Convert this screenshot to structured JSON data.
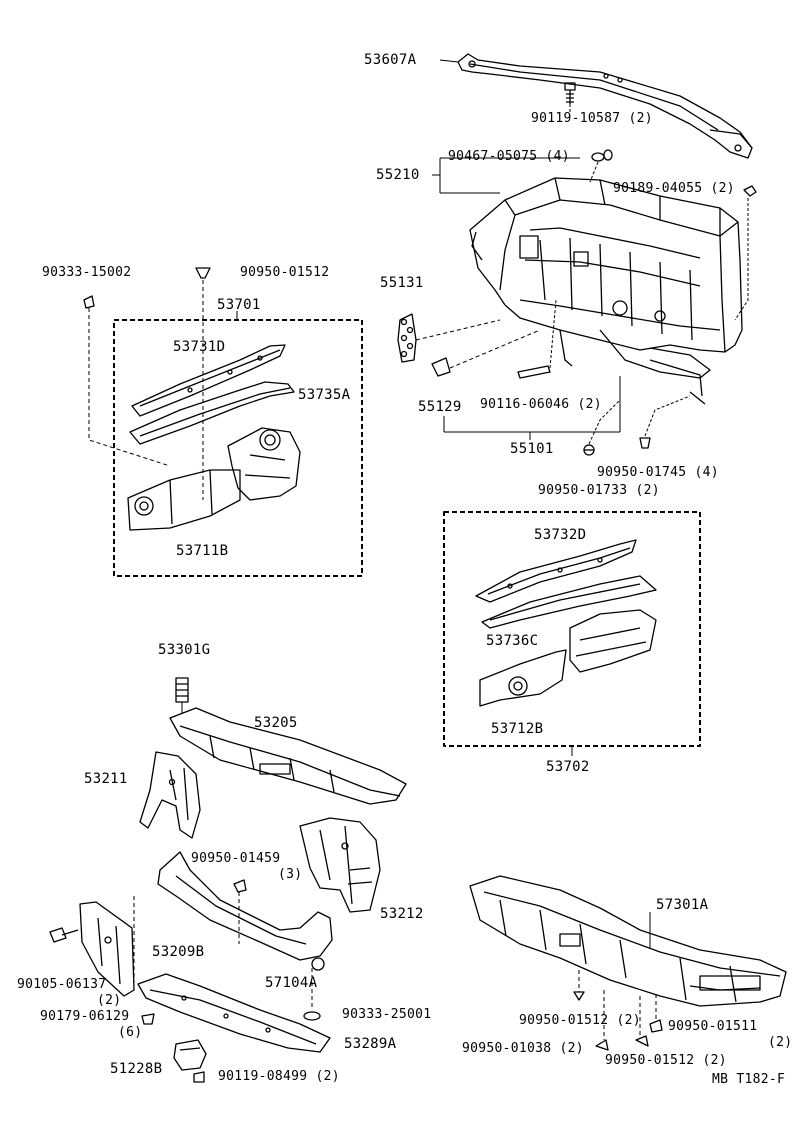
{
  "labels": {
    "p53607A": "53607A",
    "p90119_10587": "90119-10587",
    "p90119_10587_qty": "(2)",
    "p90467_05075": "90467-05075",
    "p90467_05075_qty": "(4)",
    "p55210": "55210",
    "p90189_04055": "90189-04055",
    "p90189_04055_qty": "(2)",
    "p90333_15002": "90333-15002",
    "p90950_01512_a": "90950-01512",
    "p53701": "53701",
    "p55131": "55131",
    "p53731D": "53731D",
    "p53735A": "53735A",
    "p55129": "55129",
    "p90116_06046": "90116-06046",
    "p90116_06046_qty": "(2)",
    "p55101": "55101",
    "p90950_01745": "90950-01745",
    "p90950_01745_qty": "(4)",
    "p90950_01733": "90950-01733",
    "p90950_01733_qty": "(2)",
    "p53711B": "53711B",
    "p53732D": "53732D",
    "p53736C": "53736C",
    "p53712B": "53712B",
    "p53702": "53702",
    "p53301G": "53301G",
    "p53205": "53205",
    "p53211": "53211",
    "p90950_01459": "90950-01459",
    "p90950_01459_qty": "(3)",
    "p53212": "53212",
    "p53209B": "53209B",
    "p90105_06137": "90105-06137",
    "p90105_06137_qty": "(2)",
    "p90179_06129": "90179-06129",
    "p90179_06129_qty": "(6)",
    "p57104A": "57104A",
    "p90333_25001": "90333-25001",
    "p53289A": "53289A",
    "p51228B": "51228B",
    "p90119_08499": "90119-08499",
    "p90119_08499_qty": "(2)",
    "p57301A": "57301A",
    "p90950_01512_b": "90950-01512",
    "p90950_01512_b_qty": "(2)",
    "p90950_01511": "90950-01511",
    "p90950_01511_qty": "(2)",
    "p90950_01038": "90950-01038",
    "p90950_01038_qty": "(2)",
    "p90950_01512_c": "90950-01512",
    "p90950_01512_c_qty": "(2)",
    "figure_id": "MB T182-F"
  }
}
